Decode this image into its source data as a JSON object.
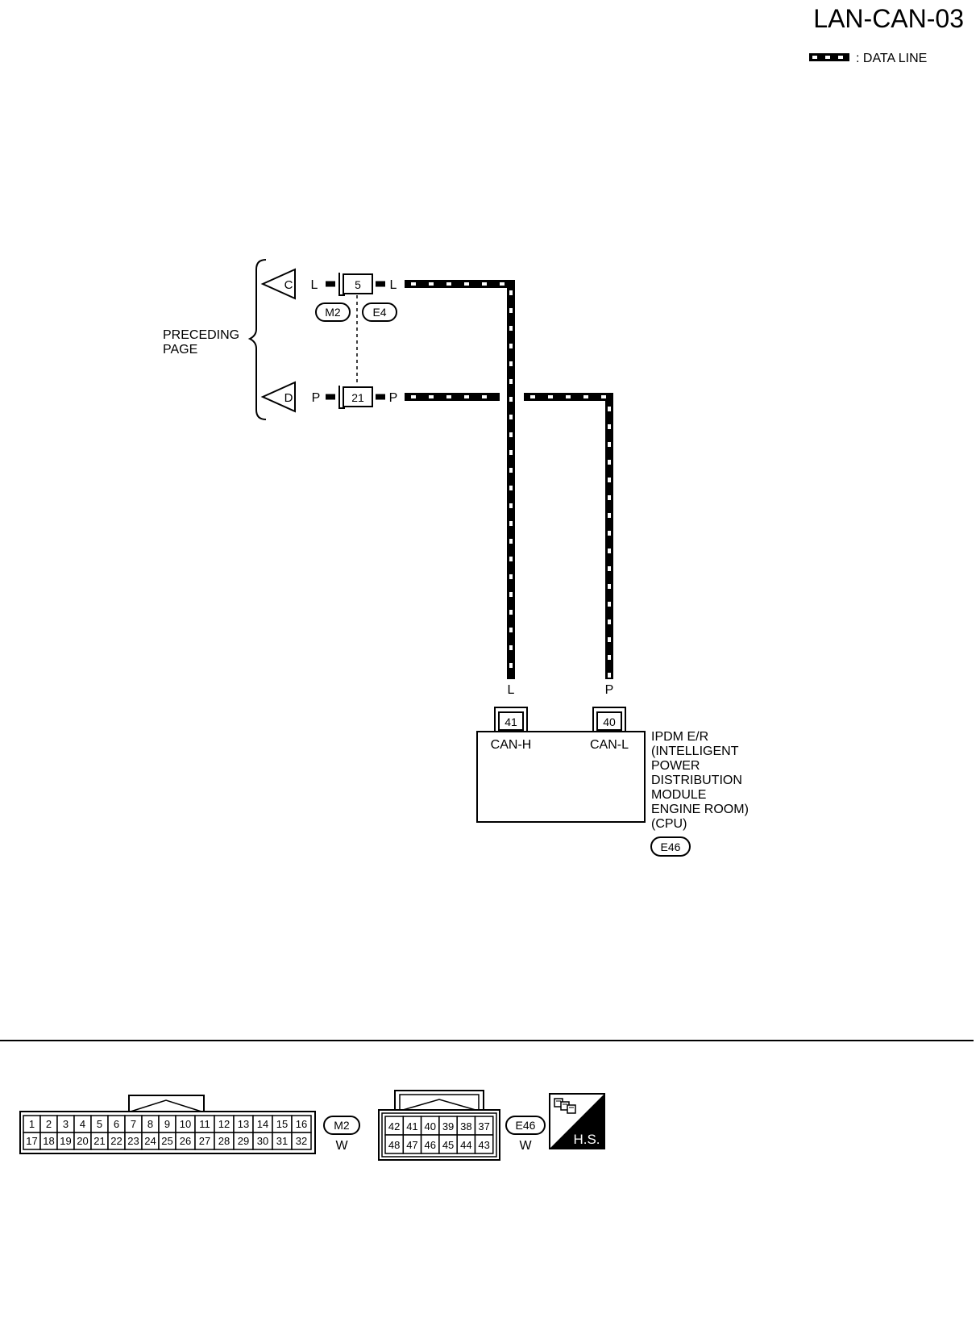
{
  "page": {
    "code": "LAN-CAN-03"
  },
  "legend": {
    "text": ": DATA LINE"
  },
  "preceding": {
    "line1": "PRECEDING",
    "line2": "PAGE"
  },
  "connectors_top": {
    "c": {
      "ref": "C",
      "wire_left": "L",
      "pin": "5",
      "wire_right": "L"
    },
    "d": {
      "ref": "D",
      "wire_left": "P",
      "pin": "21",
      "wire_right": "P"
    },
    "tag_left": "M2",
    "tag_right": "E4"
  },
  "wire_labels": {
    "h": "L",
    "l": "P"
  },
  "ipdm": {
    "pin_h": "41",
    "pin_l": "40",
    "label_h": "CAN-H",
    "label_l": "CAN-L",
    "desc": [
      "IPDM E/R",
      "(INTELLIGENT",
      "POWER",
      "DISTRIBUTION",
      "MODULE",
      "ENGINE ROOM)",
      "(CPU)"
    ],
    "tag": "E46"
  },
  "connector_m2": {
    "row1": [
      "1",
      "2",
      "3",
      "4",
      "5",
      "6",
      "7",
      "8",
      "9",
      "10",
      "11",
      "12",
      "13",
      "14",
      "15",
      "16"
    ],
    "row2": [
      "17",
      "18",
      "19",
      "20",
      "21",
      "22",
      "23",
      "24",
      "25",
      "26",
      "27",
      "28",
      "29",
      "30",
      "31",
      "32"
    ],
    "tag": "M2",
    "color": "W"
  },
  "connector_e46": {
    "row1": [
      "42",
      "41",
      "40",
      "39",
      "38",
      "37"
    ],
    "row2": [
      "48",
      "47",
      "46",
      "45",
      "44",
      "43"
    ],
    "tag": "E46",
    "color": "W"
  },
  "hs_badge": "H.S."
}
